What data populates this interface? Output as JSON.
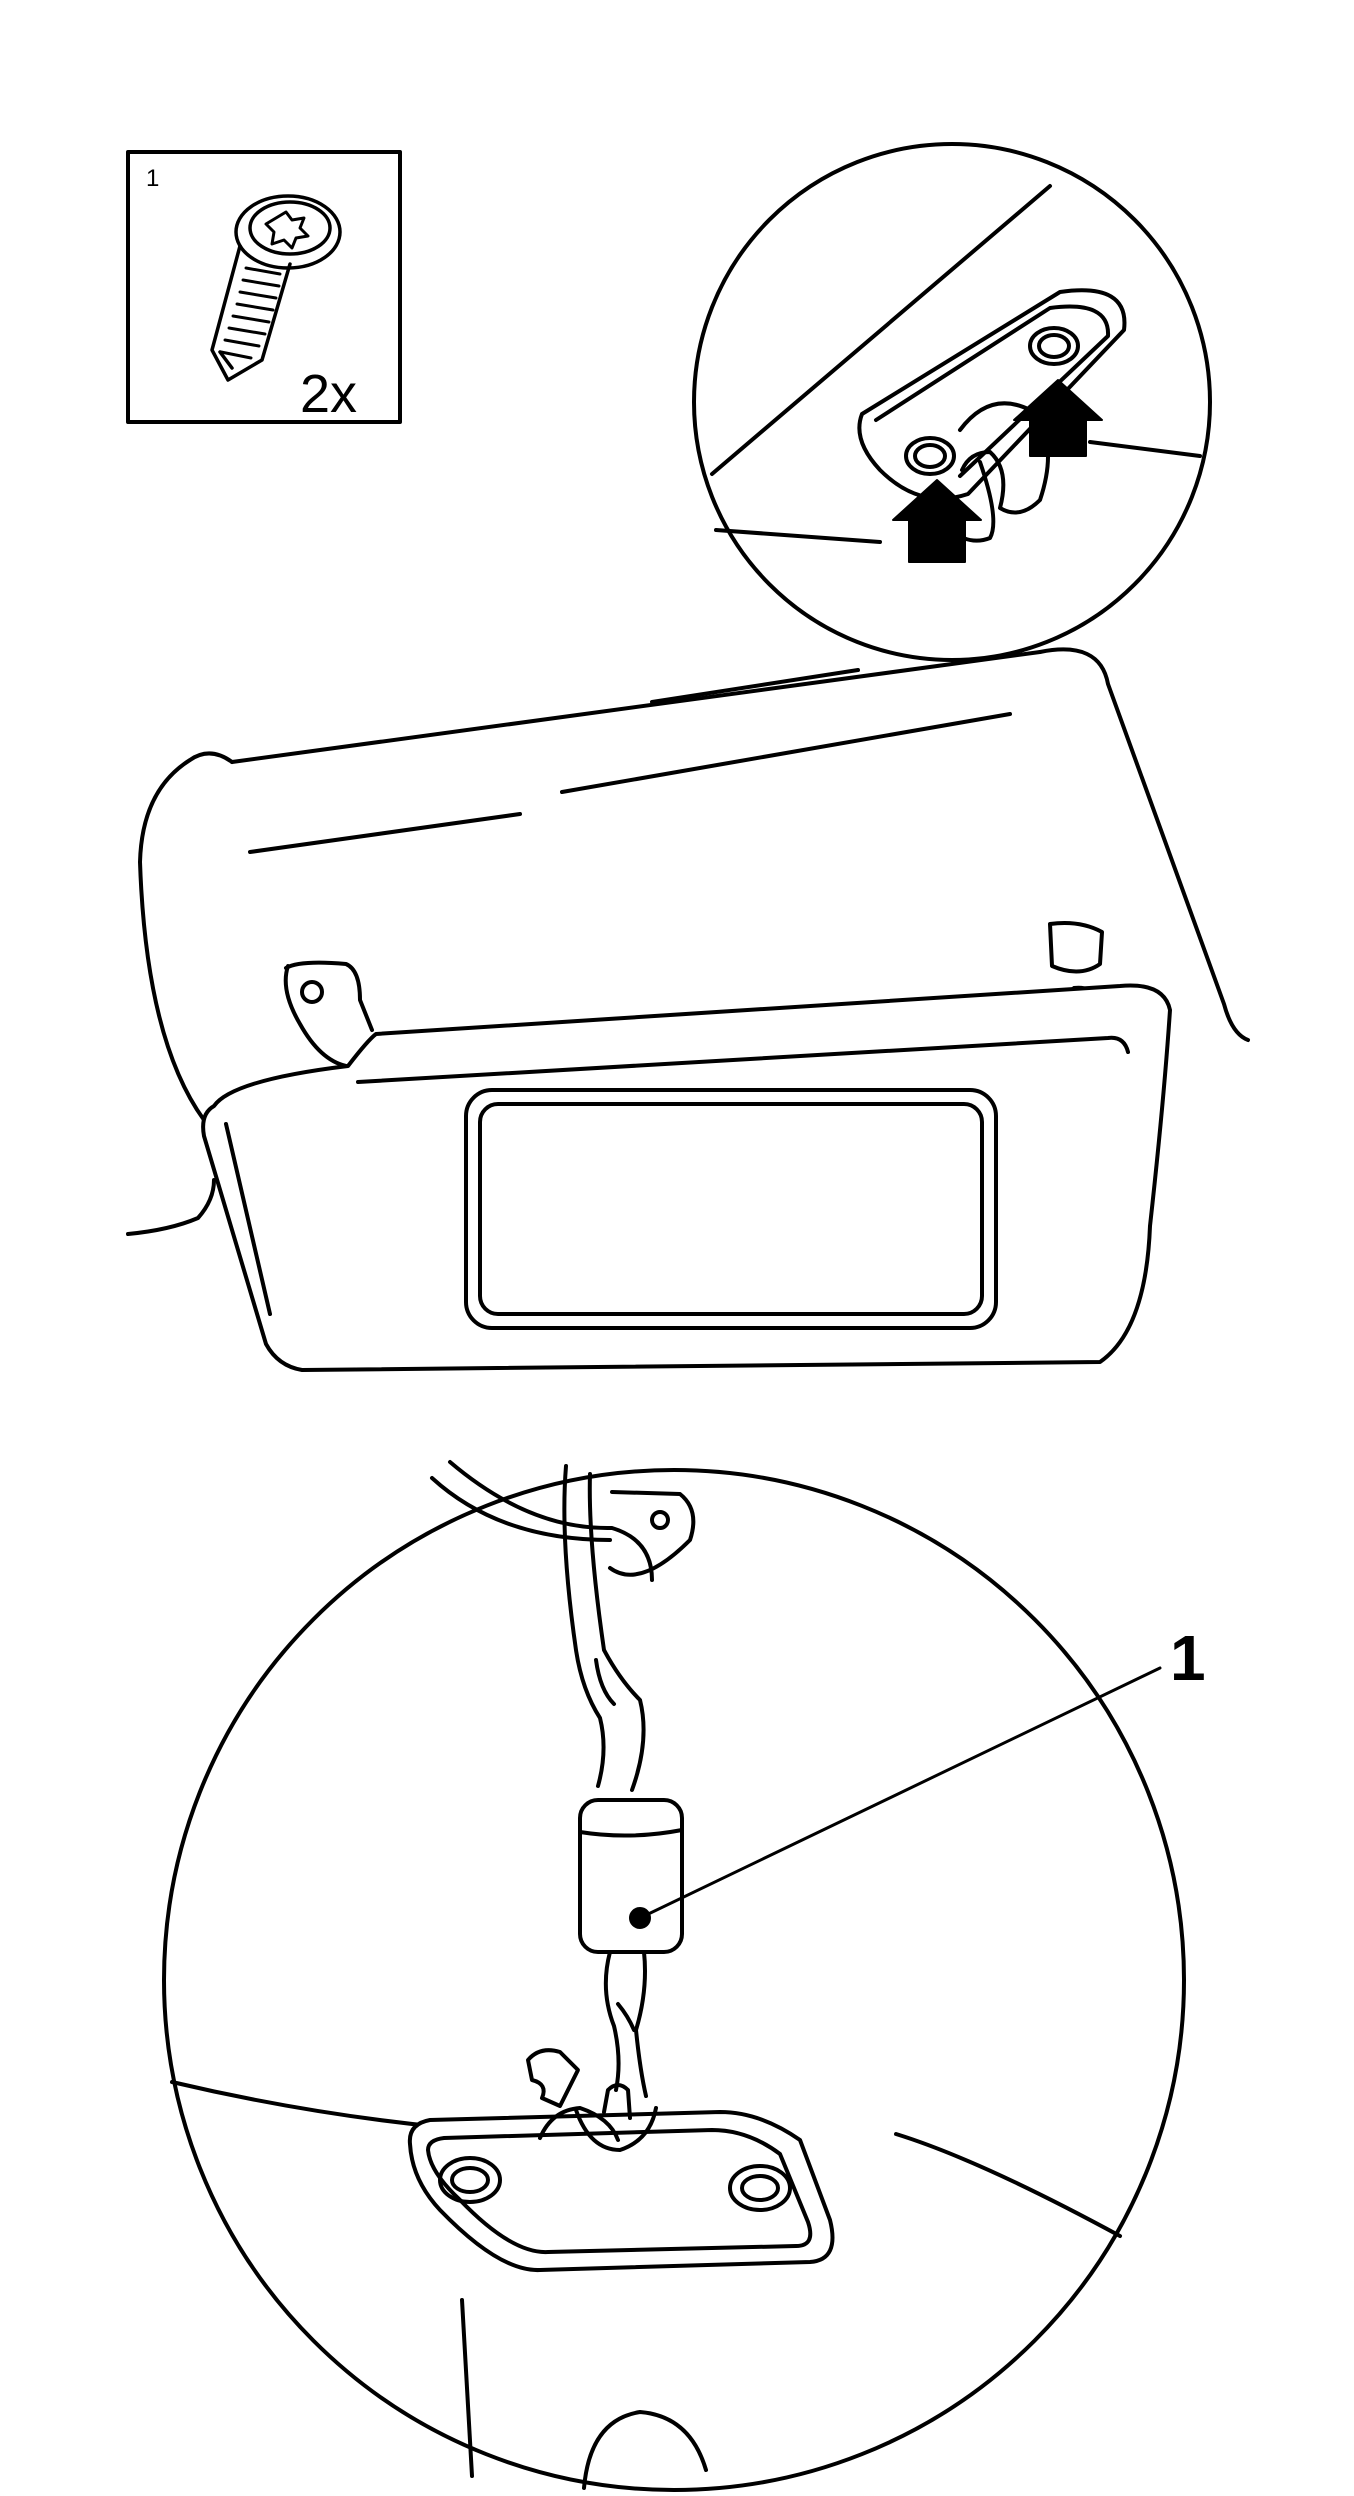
{
  "parts_box": {
    "item_number": "1",
    "quantity": "2x",
    "part_icon": "torx-screw-icon"
  },
  "callouts": [
    {
      "number": "1",
      "target": "cable-connector"
    }
  ],
  "arrows": [
    {
      "icon": "arrow-up-icon",
      "points_to": "screw-hole"
    },
    {
      "icon": "arrow-up-icon",
      "points_to": "screw-hole"
    }
  ],
  "colors": {
    "line": "#000000",
    "background": "#ffffff",
    "arrow_fill": "#000000"
  }
}
